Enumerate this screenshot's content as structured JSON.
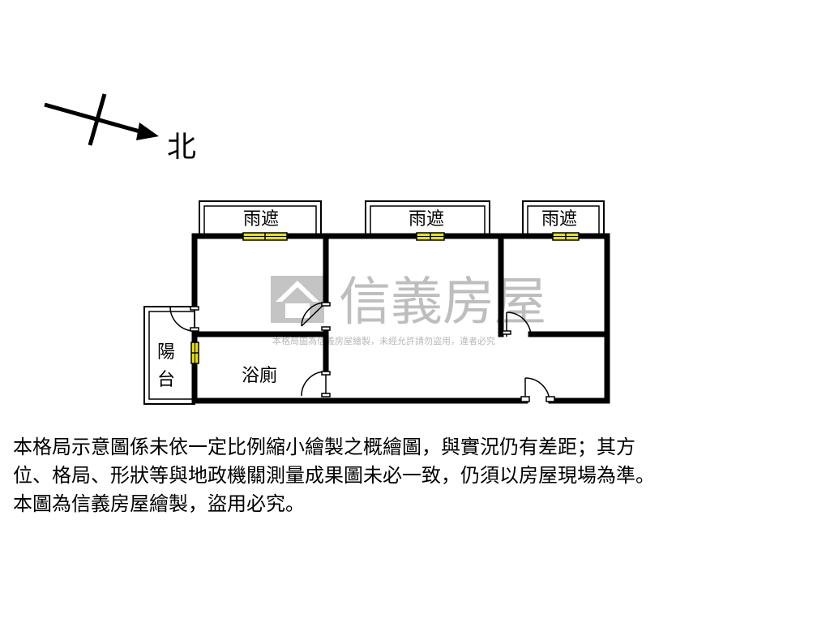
{
  "compass": {
    "label": "北"
  },
  "rooms": {
    "canopy_left": "雨遮",
    "canopy_middle": "雨遮",
    "canopy_right": "雨遮",
    "balcony_line1": "陽",
    "balcony_line2": "台",
    "bathroom": "浴廁"
  },
  "watermark": {
    "brand": "信義房屋",
    "notice": "本格局圖為信義房屋繪製，未經允許請勿盜用，違者必究"
  },
  "disclaimer": {
    "line1": "本格局示意圖係未依一定比例縮小繪製之概繪圖，與實況仍有差距；其方",
    "line2": "位、格局、形狀等與地政機關測量成果圖未必一致，仍須以房屋現場為準。",
    "line3": "本圖為信義房屋繪製，盜用必究。"
  },
  "colors": {
    "wall": "#000000",
    "window": "#e8e000",
    "watermark": "#8a8a8a"
  }
}
